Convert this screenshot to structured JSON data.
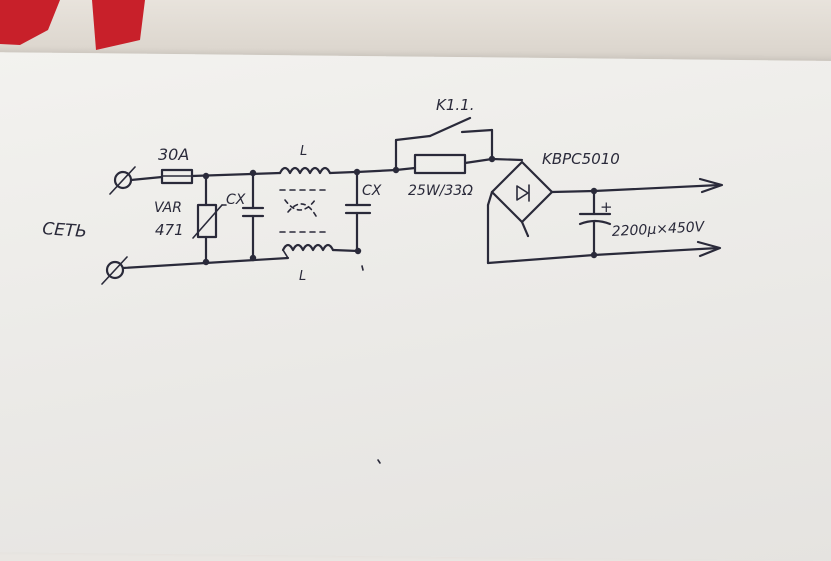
{
  "diagram": {
    "input_label": "СЕТЬ",
    "fuse_label": "30A",
    "varistor_label_top": "VAR",
    "varistor_label_bottom": "471",
    "cap_x1_label": "CX",
    "cap_x2_label": "CX",
    "inductor_top_label": "L",
    "inductor_bottom_label": "L",
    "relay_label": "K1.1.",
    "resistor_label": "25W/33Ω",
    "bridge_label": "KBPC5010",
    "cap_out_polarity": "+",
    "cap_out_label": "2200μ×450V"
  },
  "colors": {
    "ink": "#2a2a3a",
    "paper": "#ecebe8",
    "red_fabric": "#c8202a"
  }
}
